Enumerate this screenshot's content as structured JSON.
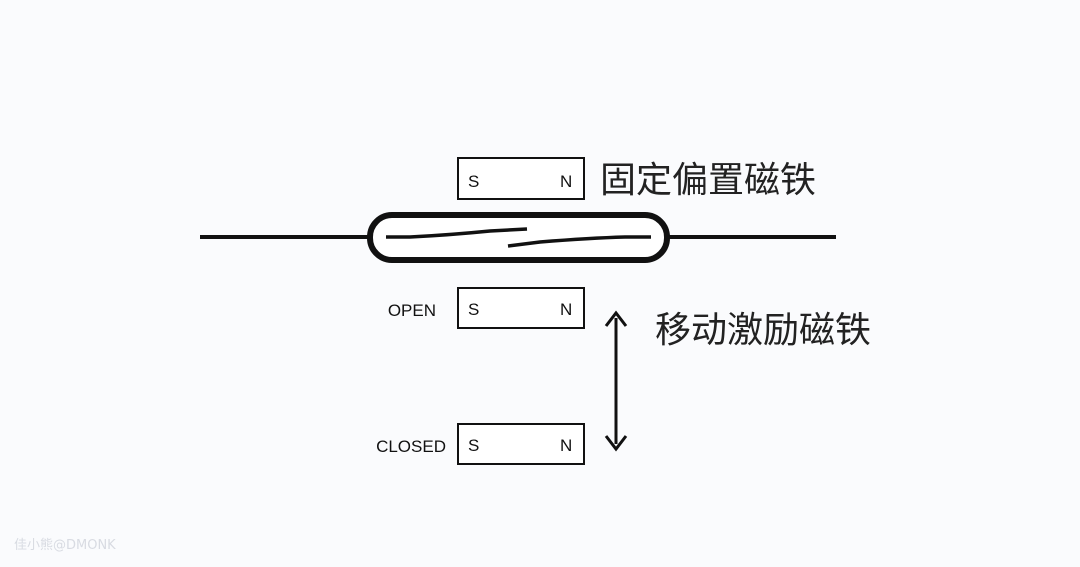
{
  "fixed_magnet": {
    "s": "S",
    "n": "N",
    "label": "固定偏置磁铁"
  },
  "moving_magnet": {
    "label": "移动激励磁铁"
  },
  "open_magnet": {
    "state": "OPEN",
    "s": "S",
    "n": "N"
  },
  "closed_magnet": {
    "state": "CLOSED",
    "s": "S",
    "n": "N"
  },
  "watermark": "佳小熊@DMONK",
  "colors": {
    "line": "#111111",
    "background": "#fafbfd"
  }
}
